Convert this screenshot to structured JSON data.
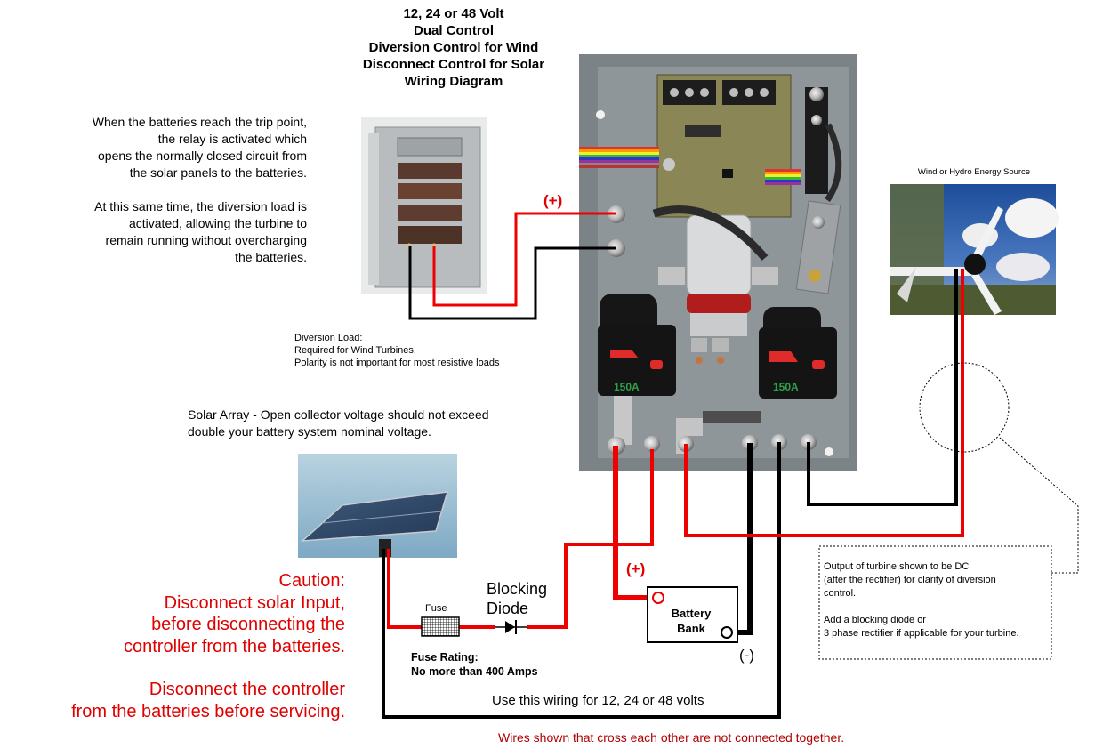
{
  "title": {
    "lines": [
      "12, 24 or 48 Volt",
      "Dual Control",
      "Diversion Control for Wind",
      "Disconnect Control for Solar",
      "Wiring Diagram"
    ]
  },
  "explanation": {
    "paragraph1": [
      "When the batteries reach the trip point,",
      "the relay is activated which",
      "opens the normally closed circuit from",
      "the solar panels to the batteries."
    ],
    "paragraph2": [
      "At this same time, the diversion load is",
      "activated, allowing the turbine to",
      "remain running without overcharging",
      "the batteries."
    ]
  },
  "diversion_load": {
    "lines": [
      "Diversion Load:",
      "Required for Wind Turbines.",
      "Polarity is not important for most resistive loads"
    ]
  },
  "solar_array": {
    "lines": [
      "Solar Array - Open collector voltage should not exceed",
      "double your battery system nominal voltage."
    ]
  },
  "caution": {
    "paragraph1": [
      "Caution:",
      "Disconnect solar Input,",
      "before disconnecting the",
      "controller from the batteries."
    ],
    "paragraph2": [
      "Disconnect the controller",
      "from the batteries before servicing."
    ]
  },
  "wind_source": {
    "label": "Wind or Hydro Energy Source"
  },
  "fuse": {
    "label": "Fuse",
    "rating_title": "Fuse Rating:",
    "rating_value": "No more than 400 Amps"
  },
  "diode": {
    "lines": [
      "Blocking",
      "Diode"
    ]
  },
  "polarity": {
    "plus_diversion": "(+)",
    "plus_battery": "(+)",
    "minus_battery": "(-)"
  },
  "battery": {
    "lines": [
      "Battery",
      "Bank"
    ]
  },
  "controller": {
    "breaker_left": "150A",
    "breaker_right": "150A"
  },
  "turbine_note": {
    "paragraph1": [
      "Output of turbine shown to be DC",
      "(after the rectifier) for clarity of diversion",
      "control."
    ],
    "paragraph2": [
      "Add a blocking diode or",
      "3 phase rectifier if applicable for your turbine."
    ]
  },
  "footer": {
    "wiring_note": "Use this wiring for 12, 24 or 48 volts",
    "crossing_note": "Wires shown that cross each other are not connected together."
  },
  "colors": {
    "positive_wire": "#ee0000",
    "negative_wire": "#000000",
    "caution_text": "#e00000"
  }
}
